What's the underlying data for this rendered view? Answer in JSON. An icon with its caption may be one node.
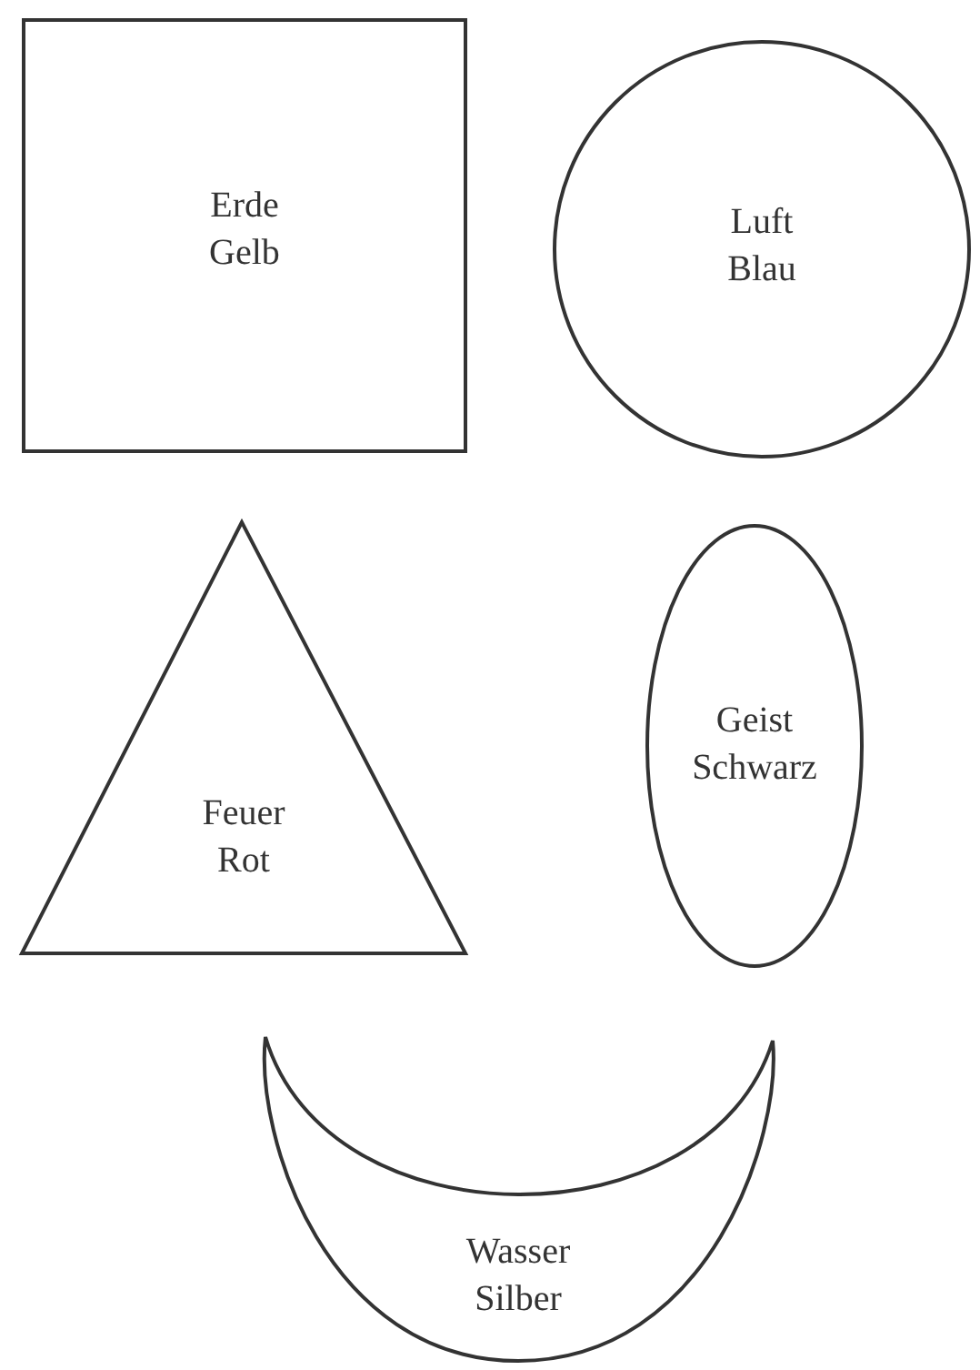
{
  "diagram": {
    "nodes": [
      {
        "text": [
          "Erde",
          "Gelb"
        ]
      },
      {
        "text": [
          "Luft",
          "Blau"
        ]
      },
      {
        "text": [
          "Feuer",
          "Rot"
        ]
      },
      {
        "text": [
          "Geist",
          "Schwarz"
        ]
      },
      {
        "text": [
          "Wasser",
          "Silber"
        ]
      }
    ]
  }
}
